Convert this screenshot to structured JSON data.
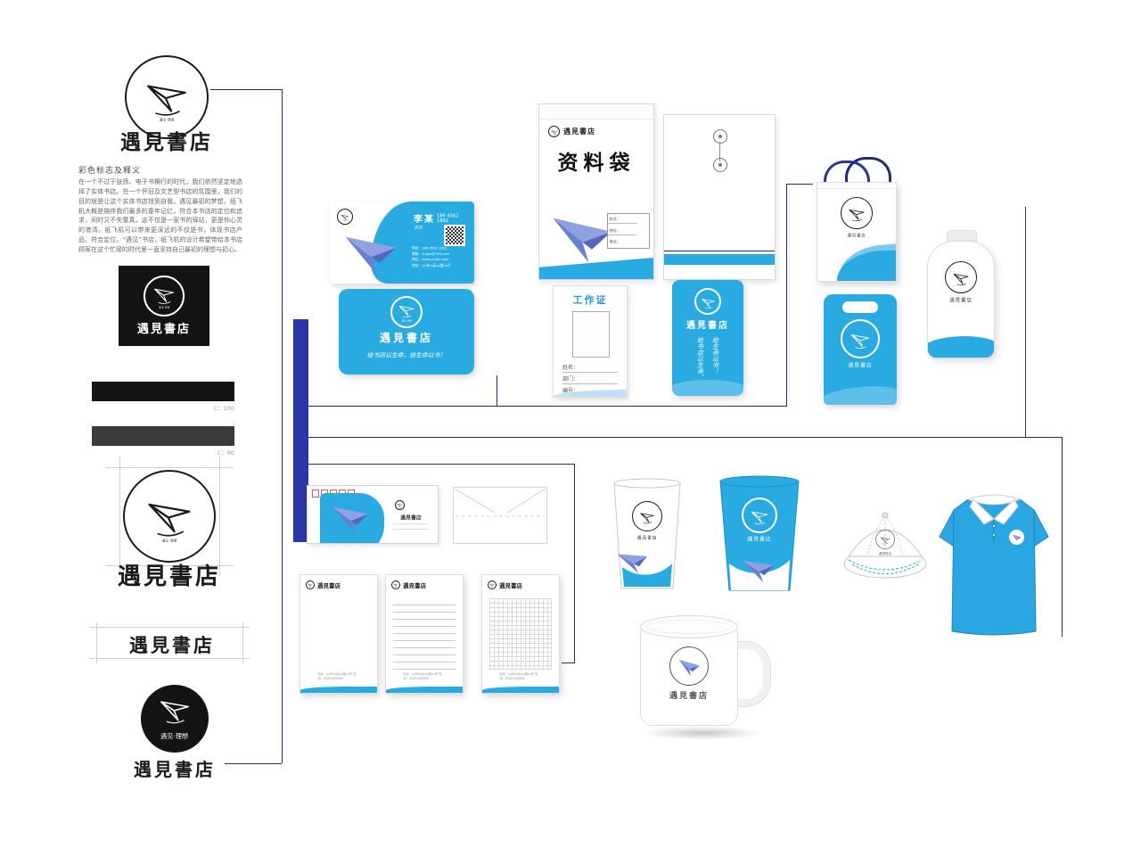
{
  "brand": {
    "name": "遇見書店",
    "sub": "遇见·理想",
    "tagline": "给书店以生命，给生命以书！",
    "tagline_a": "给书店以生命，",
    "tagline_b": "给生命以书！",
    "colors": {
      "primary": "#29abe2",
      "plane": "#6b7fd0",
      "navy": "#1f2b7b",
      "black": "#141414"
    }
  },
  "left": {
    "section_title": "彩色标志及释义",
    "paragraph": "在一个不过于张扬、电子书横行的时代，我们依然坚定地选择了实体书店。在一个怀旧及文艺型书店的氛围里，我们的目的就是让这个实体书店找到自我，遇见最初的梦想。纸飞机大概是陪伴我们最多的童年记忆，符合本书店的定位和追求，同时又不失童真。这不仅是一家书的驿站，更是你心灵的港湾。纸飞机可以带来更深远的不仅是书，体现书店产品、符合定位。“遇见”书店，纸飞机的设计希望带给本书店顾客在这个忙碌的时代里一直坚持自己最初的理想与初心。",
    "bar1_label": "C：100",
    "bar2_label": "C：90"
  },
  "card_front": {
    "person": "李某",
    "role": "店长",
    "phone": "186 4562 1892",
    "contacts": [
      "电话：186 4562 1892",
      "邮箱：yujian@163.com",
      "网址：www.yujian.com",
      "地址：xx市xx区xx路xx号"
    ]
  },
  "envelope": {
    "title": "资料袋",
    "rows": [
      "姓名：",
      "地址：",
      "电话："
    ]
  },
  "badge": {
    "title": "工作证",
    "rows": [
      "姓名：",
      "部门：",
      "编号："
    ]
  },
  "letterhead": {
    "footer": "地址：xx市xx区xx路xx号  电话：0000-000000"
  }
}
